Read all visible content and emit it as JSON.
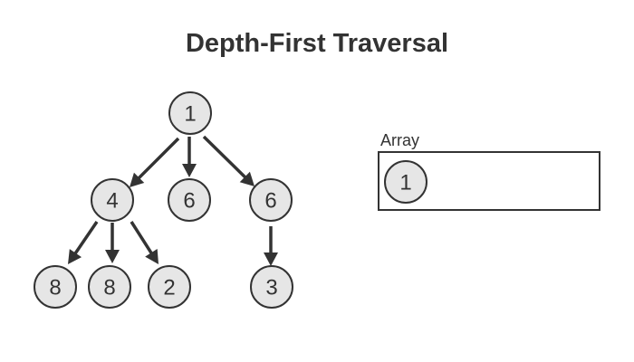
{
  "title": "Depth-First Traversal",
  "colors": {
    "node_fill": "#e6e6e6",
    "stroke": "#333333",
    "text": "#333333"
  },
  "tree": {
    "nodes": [
      {
        "id": "root",
        "label": "1"
      },
      {
        "id": "n4",
        "label": "4"
      },
      {
        "id": "n6a",
        "label": "6"
      },
      {
        "id": "n6b",
        "label": "6"
      },
      {
        "id": "n8a",
        "label": "8"
      },
      {
        "id": "n8b",
        "label": "8"
      },
      {
        "id": "n2",
        "label": "2"
      },
      {
        "id": "n3",
        "label": "3"
      }
    ],
    "edges": [
      {
        "from": "root",
        "to": "n4"
      },
      {
        "from": "root",
        "to": "n6a"
      },
      {
        "from": "root",
        "to": "n6b"
      },
      {
        "from": "n4",
        "to": "n8a"
      },
      {
        "from": "n4",
        "to": "n8b"
      },
      {
        "from": "n4",
        "to": "n2"
      },
      {
        "from": "n6b",
        "to": "n3"
      }
    ]
  },
  "array": {
    "label": "Array",
    "items": [
      "1"
    ]
  }
}
